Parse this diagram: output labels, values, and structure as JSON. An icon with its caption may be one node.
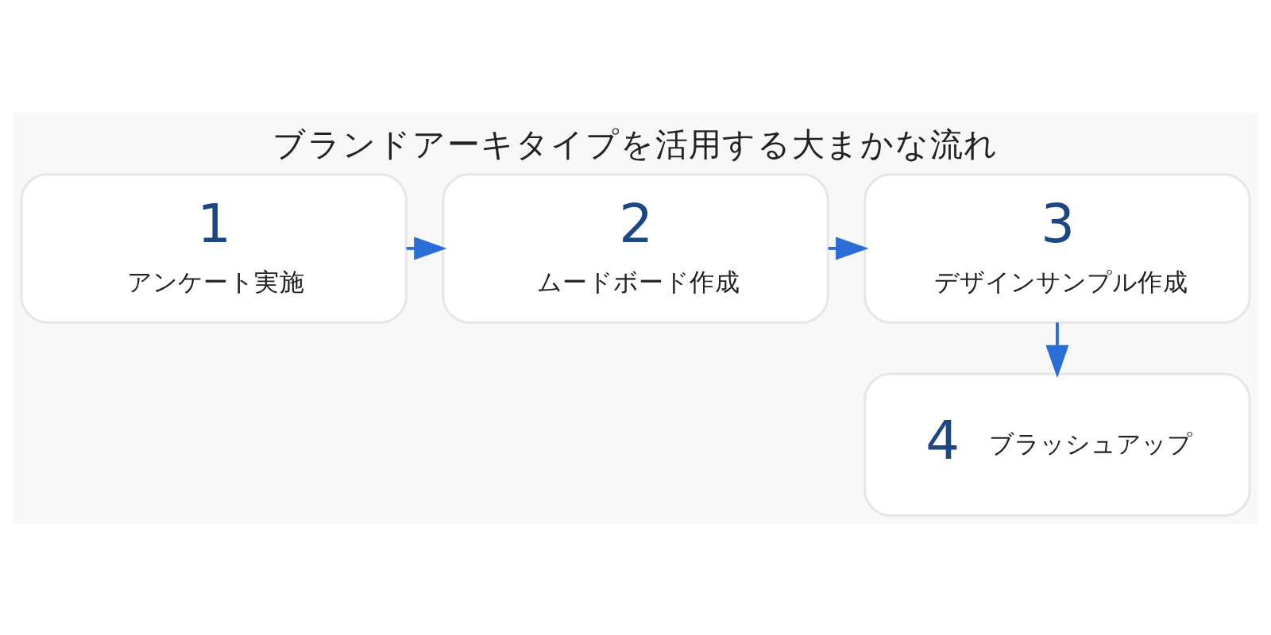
{
  "diagram": {
    "title": "ブランドアーキタイプを活用する大まかな流れ",
    "nodes": [
      {
        "text": [
          "1",
          "アンケート実施"
        ]
      },
      {
        "text": [
          "2",
          "ムードボード作成"
        ]
      },
      {
        "text": [
          "3",
          "デザインサンプル作成"
        ]
      },
      {
        "text": [
          "4",
          "ブラッシュアップ"
        ]
      }
    ],
    "edges": [
      {
        "from": 0,
        "to": 1,
        "arrow": "to"
      },
      {
        "from": 1,
        "to": 2,
        "arrow": "to"
      },
      {
        "from": 2,
        "to": 3,
        "arrow": "to"
      }
    ]
  }
}
